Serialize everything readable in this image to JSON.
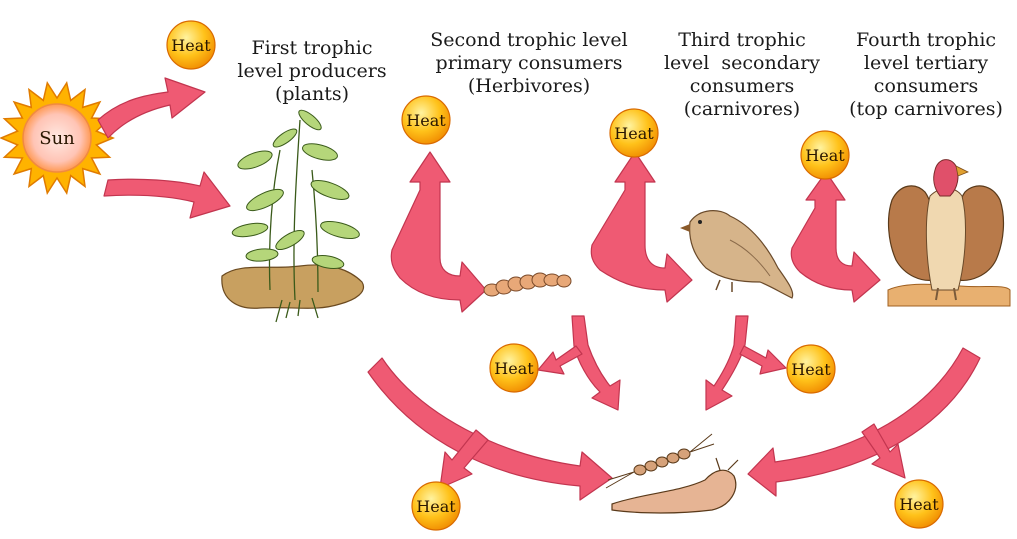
{
  "colors": {
    "arrow": "#ef5a73",
    "arrow_edge": "#c2354f",
    "heat_fill": "#ffc21a",
    "heat_edge": "#d96a00",
    "sun_core": "#ffd6cf",
    "sun_ray": "#ffb300",
    "leaf": "#b5d67a",
    "soil": "#c8a060"
  },
  "sun": {
    "label": "Sun"
  },
  "heat_label": "Heat",
  "levels": [
    {
      "id": "producers",
      "lines": [
        "First trophic",
        "level producers",
        "(plants)"
      ],
      "organism": "plant"
    },
    {
      "id": "primary",
      "lines": [
        "Second trophic level",
        "primary consumers",
        "(Herbivores)"
      ],
      "organism": "caterpillar"
    },
    {
      "id": "secondary",
      "lines": [
        "Third trophic",
        "level  secondary",
        "consumers",
        "(carnivores)"
      ],
      "organism": "bird"
    },
    {
      "id": "tertiary",
      "lines": [
        "Fourth trophic",
        "level tertiary",
        "consumers",
        "(top carnivores)"
      ],
      "organism": "vulture"
    }
  ],
  "decomposers": {
    "organism": "worm-and-slug"
  }
}
